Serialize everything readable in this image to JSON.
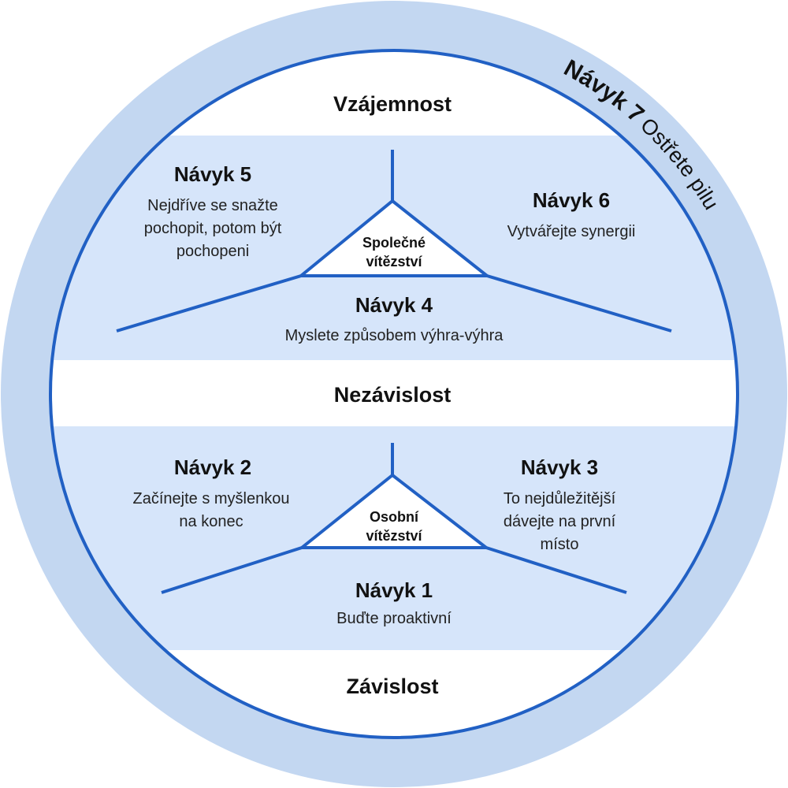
{
  "outer_ring": {
    "habit7_title": "Návyk 7",
    "habit7_desc": "Ostřete pilu"
  },
  "levels": {
    "top": "Vzájemnost",
    "middle": "Nezávislost",
    "bottom": "Závislost"
  },
  "public_victory": {
    "label_line1": "Společné",
    "label_line2": "vítězství",
    "habit5": {
      "title": "Návyk 5",
      "lines": [
        "Nejdříve se snažte",
        "pochopit, potom být",
        "pochopeni"
      ]
    },
    "habit6": {
      "title": "Návyk 6",
      "lines": [
        "Vytvářejte synergii"
      ]
    },
    "habit4": {
      "title": "Návyk 4",
      "lines": [
        "Myslete způsobem výhra-výhra"
      ]
    }
  },
  "private_victory": {
    "label_line1": "Osobní",
    "label_line2": "vítězství",
    "habit2": {
      "title": "Návyk 2",
      "lines": [
        "Začínejte s myšlenkou",
        "na konec"
      ]
    },
    "habit3": {
      "title": "Návyk 3",
      "lines": [
        "To nejdůležitější",
        "dávejte na první",
        "místo"
      ]
    },
    "habit1": {
      "title": "Návyk 1",
      "lines": [
        "Buďte proaktivní"
      ]
    }
  },
  "colors": {
    "ring": "#c3d7f1",
    "band": "#d6e5fa",
    "line": "#2160c4"
  }
}
